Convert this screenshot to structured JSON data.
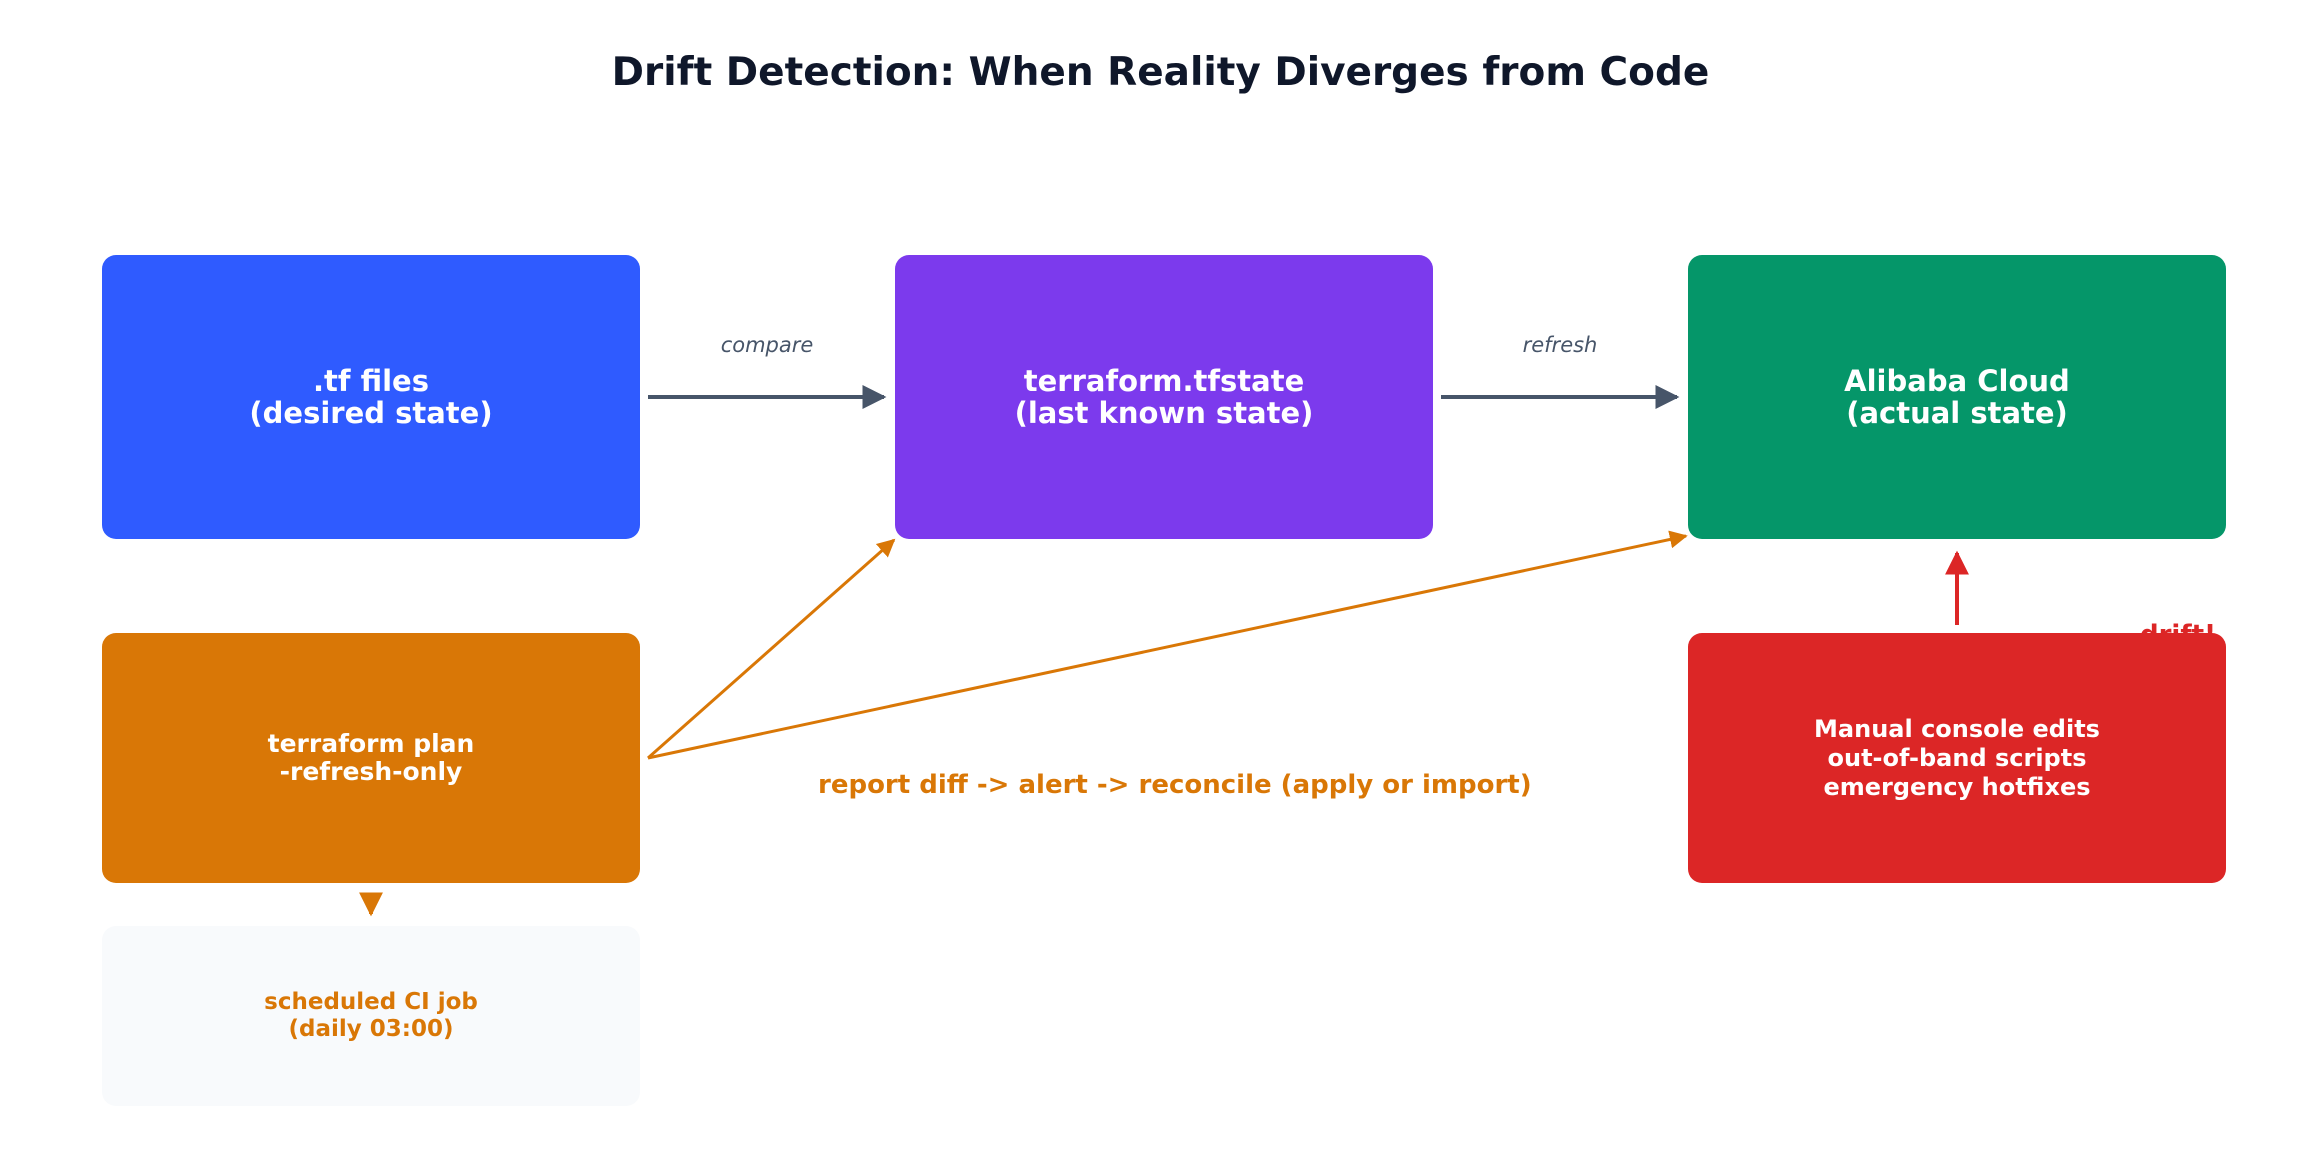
{
  "title": "Drift Detection: When Reality Diverges from Code",
  "nodes": {
    "tf_files": ".tf files\n(desired state)",
    "tfstate": "terraform.tfstate\n(last known state)",
    "cloud": "Alibaba Cloud\n(actual state)",
    "plan": "terraform plan\n-refresh-only",
    "manual": "Manual console edits\nout-of-band scripts\nemergency hotfixes",
    "ci": "scheduled CI job\n(daily 03:00)"
  },
  "edges": {
    "compare": "compare",
    "refresh": "refresh",
    "report": "report diff -> alert -> reconcile (apply or import)",
    "drift": "drift!"
  },
  "colors": {
    "tf_files": "#2f5bff",
    "tfstate": "#7c3aed",
    "cloud": "#059669",
    "plan": "#d97706",
    "manual": "#dc2626",
    "ci_bg": "#f8fafc",
    "title": "#0f172a",
    "arrow_gray": "#475569"
  }
}
